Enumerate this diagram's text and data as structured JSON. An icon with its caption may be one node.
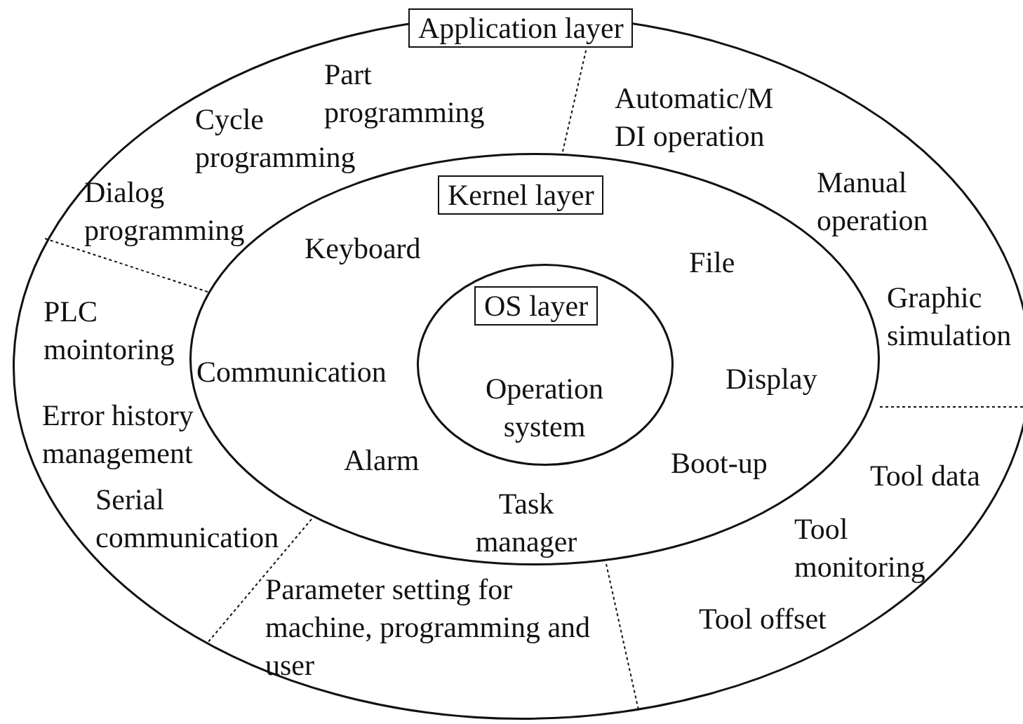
{
  "diagram": {
    "nodes": [
      {
        "text": [
          "Application layer",
          "Part programming",
          "Cycle programming",
          "Dialog programming",
          "Automatic/M DI operation",
          "Manual operation",
          "Graphic simulation",
          "PLC mointoring",
          "Error history management",
          "Serial communication",
          "Parameter setting for machine, programming and user",
          "Tool offset",
          "Tool monitoring",
          "Tool data"
        ]
      },
      {
        "text": [
          "Kernel layer",
          "Keyboard",
          "File",
          "Communication",
          "Display",
          "Alarm",
          "Boot-up",
          "Task manager"
        ],
        "in": 0
      },
      {
        "text": [
          "OS layer",
          "Operation system"
        ],
        "in": 1
      }
    ]
  }
}
